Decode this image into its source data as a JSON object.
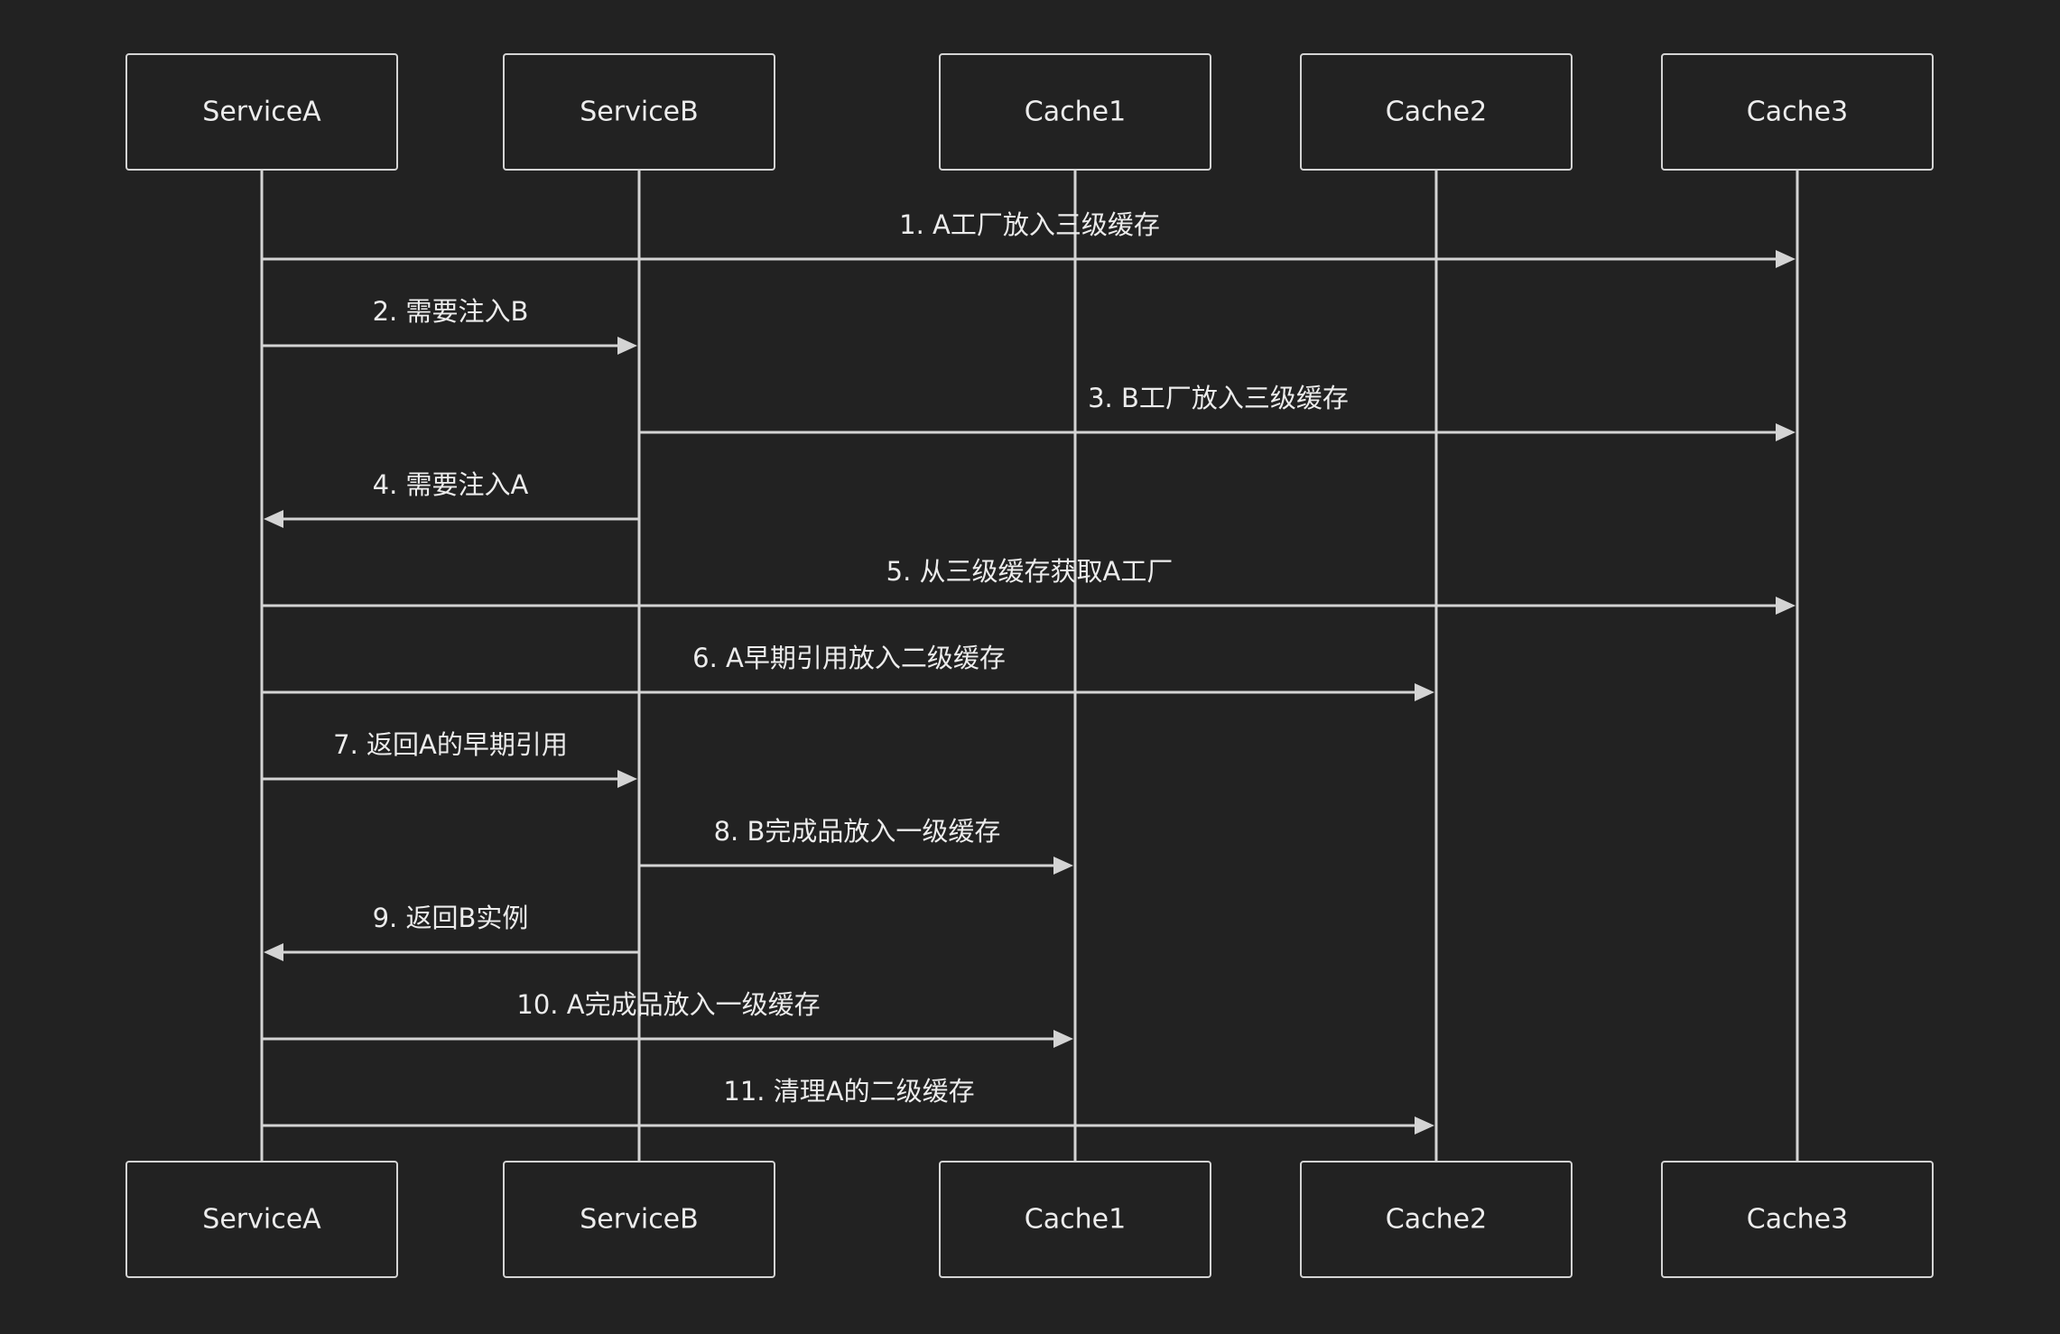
{
  "diagram": {
    "participants": [
      {
        "id": "serviceA",
        "label": "ServiceA"
      },
      {
        "id": "serviceB",
        "label": "ServiceB"
      },
      {
        "id": "cache1",
        "label": "Cache1"
      },
      {
        "id": "cache2",
        "label": "Cache2"
      },
      {
        "id": "cache3",
        "label": "Cache3"
      }
    ],
    "messages": [
      {
        "from": "serviceA",
        "to": "cache3",
        "label": "1. A工厂放入三级缓存"
      },
      {
        "from": "serviceA",
        "to": "serviceB",
        "label": "2. 需要注入B"
      },
      {
        "from": "serviceB",
        "to": "cache3",
        "label": "3. B工厂放入三级缓存"
      },
      {
        "from": "serviceB",
        "to": "serviceA",
        "label": "4. 需要注入A"
      },
      {
        "from": "serviceA",
        "to": "cache3",
        "label": "5. 从三级缓存获取A工厂"
      },
      {
        "from": "serviceA",
        "to": "cache2",
        "label": "6. A早期引用放入二级缓存"
      },
      {
        "from": "serviceA",
        "to": "serviceB",
        "label": "7. 返回A的早期引用"
      },
      {
        "from": "serviceB",
        "to": "cache1",
        "label": "8. B完成品放入一级缓存"
      },
      {
        "from": "serviceB",
        "to": "serviceA",
        "label": "9. 返回B实例"
      },
      {
        "from": "serviceA",
        "to": "cache1",
        "label": "10. A完成品放入一级缓存"
      },
      {
        "from": "serviceA",
        "to": "cache2",
        "label": "11. 清理A的二级缓存"
      }
    ]
  }
}
